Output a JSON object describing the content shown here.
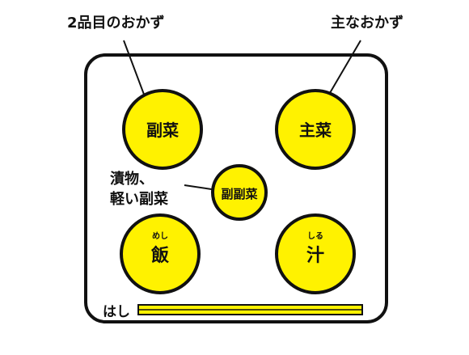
{
  "colors": {
    "bowl_fill": "#FFF200",
    "outline": "#111111",
    "background": "#FFFFFF"
  },
  "callouts": {
    "top_left": "2品目のおかず",
    "top_right": "主なおかず",
    "middle_left_line1": "漬物、",
    "middle_left_line2": "軽い副菜"
  },
  "dishes": {
    "side_dish": "副菜",
    "main_dish": "主菜",
    "small_side_dish": "副副菜",
    "rice_ruby": "めし",
    "rice": "飯",
    "soup_ruby": "しる",
    "soup": "汁"
  },
  "chopsticks": {
    "label": "はし"
  }
}
